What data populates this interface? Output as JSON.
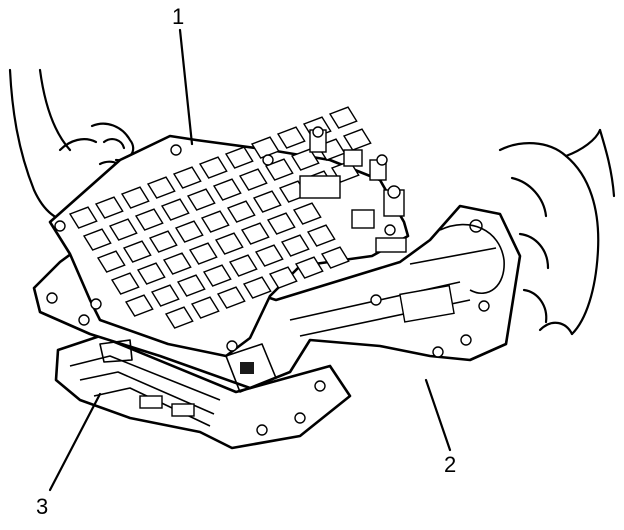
{
  "diagram": {
    "callouts": [
      {
        "id": "1",
        "label": "1"
      },
      {
        "id": "2",
        "label": "2"
      },
      {
        "id": "3",
        "label": "3"
      }
    ],
    "colors": {
      "ink": "#000000",
      "paper": "#ffffff"
    }
  }
}
